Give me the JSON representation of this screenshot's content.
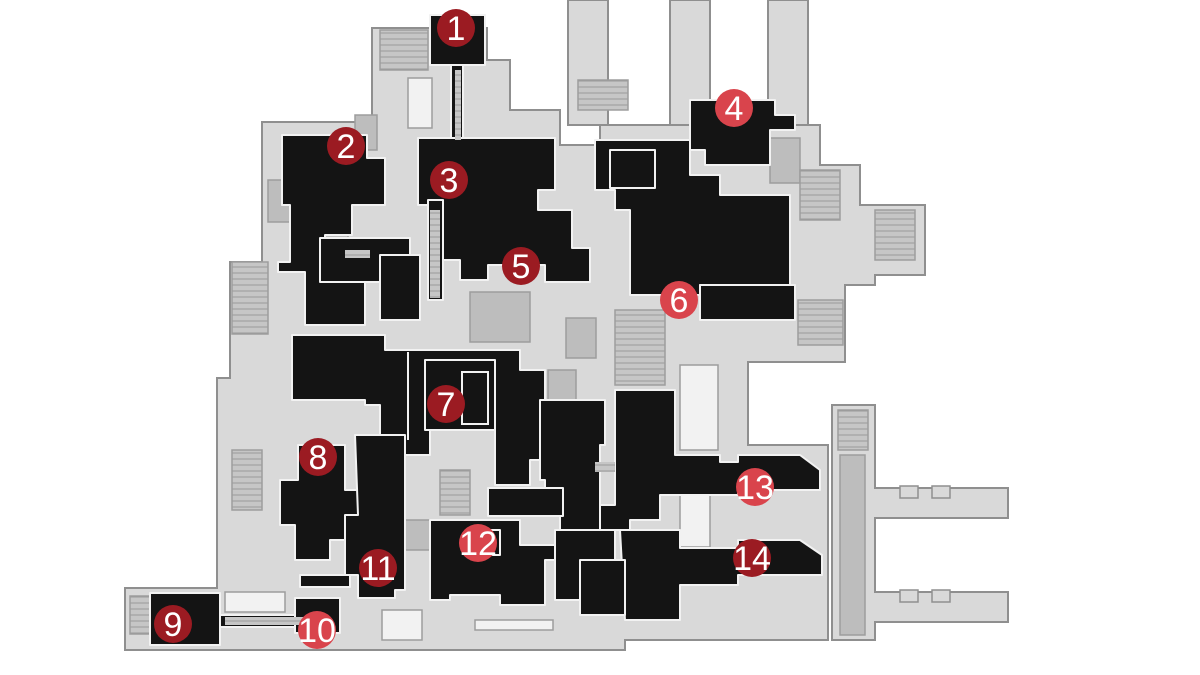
{
  "map": {
    "colors": {
      "background": "#ffffff",
      "outer_floor": "#d9d9d9",
      "outer_edge": "#8f8f8f",
      "interior_room": "#bdbdbd",
      "dark_area": "#141414",
      "dark_edge": "#f2f2f2",
      "marker_dark": "#9b1b22",
      "marker_light": "#d9444c"
    },
    "markers": [
      {
        "id": "1",
        "label": "1",
        "tone": "dark"
      },
      {
        "id": "2",
        "label": "2",
        "tone": "dark"
      },
      {
        "id": "3",
        "label": "3",
        "tone": "dark"
      },
      {
        "id": "4",
        "label": "4",
        "tone": "light"
      },
      {
        "id": "5",
        "label": "5",
        "tone": "dark"
      },
      {
        "id": "6",
        "label": "6",
        "tone": "light"
      },
      {
        "id": "7",
        "label": "7",
        "tone": "dark"
      },
      {
        "id": "8",
        "label": "8",
        "tone": "dark"
      },
      {
        "id": "9",
        "label": "9",
        "tone": "dark"
      },
      {
        "id": "10",
        "label": "10",
        "tone": "light"
      },
      {
        "id": "11",
        "label": "11",
        "tone": "dark"
      },
      {
        "id": "12",
        "label": "12",
        "tone": "light"
      },
      {
        "id": "13",
        "label": "13",
        "tone": "light"
      },
      {
        "id": "14",
        "label": "14",
        "tone": "dark"
      }
    ]
  }
}
